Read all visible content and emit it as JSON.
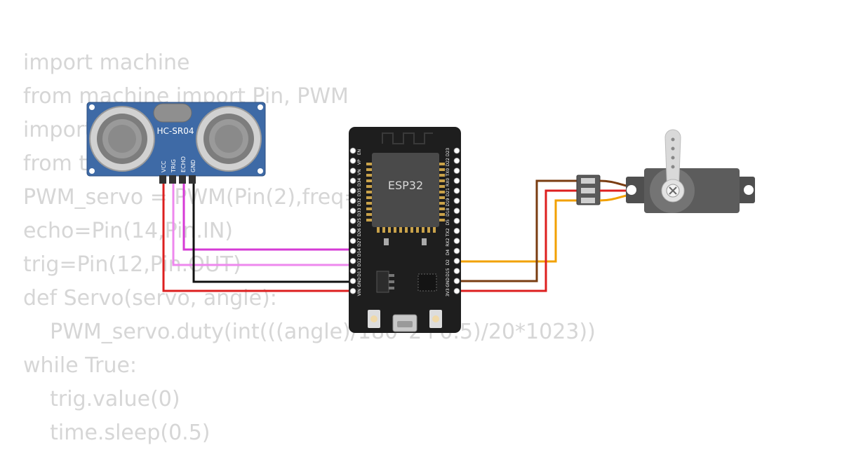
{
  "code": {
    "lines": [
      "import machine",
      "from machine import Pin, PWM",
      "import time",
      "from time import sleep",
      "PWM_servo = PWM(Pin(2),freq=50)",
      "echo=Pin(14,Pin.IN)",
      "trig=Pin(12,Pin.OUT)",
      "def Servo(servo, angle):",
      "    PWM_servo.duty(int(((angle)/180*2+0.5)/20*1023))",
      "while True:",
      "    trig.value(0)",
      "    time.sleep(0.5)"
    ]
  },
  "sensor": {
    "model": "HC-SR04",
    "pins": [
      "VCC",
      "TRIG",
      "ECHO",
      "GND"
    ]
  },
  "board": {
    "label": "ESP32",
    "left_pins": [
      "EN",
      "VP",
      "VN",
      "D34",
      "D35",
      "D32",
      "D33",
      "D25",
      "D26",
      "D27",
      "D14",
      "D12",
      "D13",
      "GND",
      "VIN"
    ],
    "right_pins": [
      "D23",
      "D22",
      "TX0",
      "RX0",
      "D21",
      "D19",
      "D18",
      "D5",
      "TX2",
      "RX2",
      "D4",
      "D2",
      "D15",
      "GND",
      "3V3"
    ]
  },
  "wire_colors": {
    "echo": "#d63ad6",
    "trig": "#ee88ee",
    "gnd": "#111111",
    "vcc": "#dd1f1f",
    "signal": "#f2a100",
    "servo_gnd": "#7a3d12",
    "servo_vcc": "#dd1f1f"
  }
}
